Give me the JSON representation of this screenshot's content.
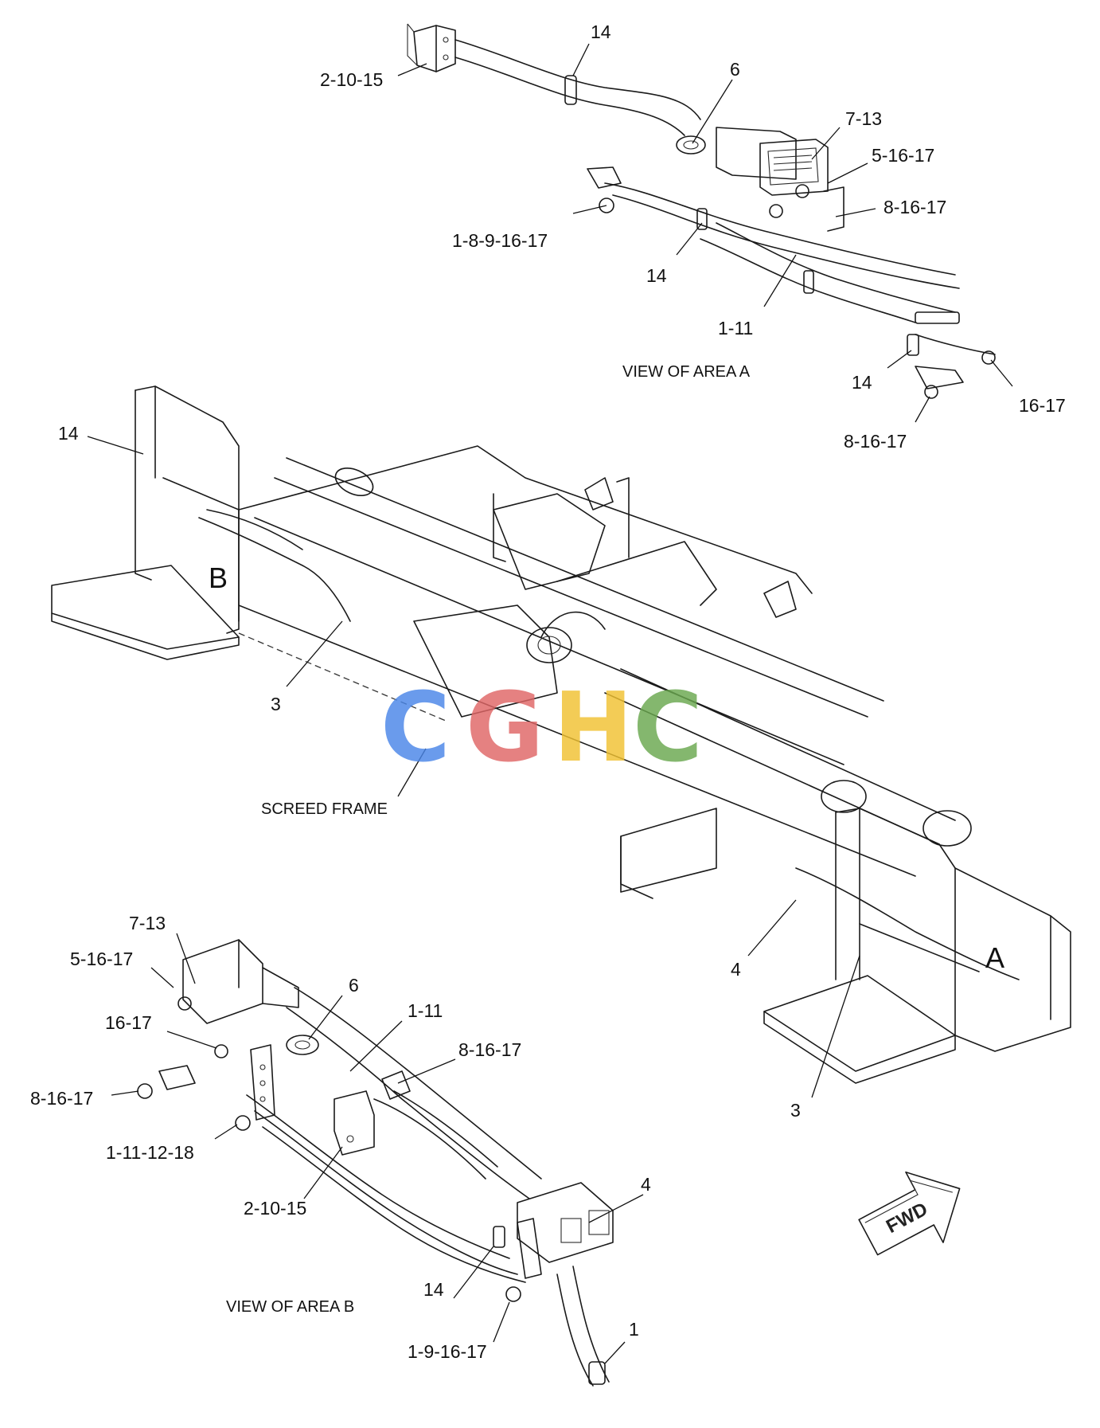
{
  "view_a": {
    "caption": "VIEW OF AREA A",
    "callouts": [
      "14",
      "2-10-15",
      "6",
      "7-13",
      "5-16-17",
      "8-16-17",
      "1-8-9-16-17",
      "14",
      "1-11",
      "14",
      "16-17",
      "8-16-17"
    ]
  },
  "main": {
    "callouts": [
      "14",
      "B",
      "3",
      "SCREED FRAME",
      "4",
      "A",
      "3"
    ]
  },
  "view_b": {
    "caption": "VIEW OF AREA B",
    "callouts": [
      "7-13",
      "5-16-17",
      "6",
      "1-11",
      "16-17",
      "8-16-17",
      "8-16-17",
      "1-11-12-18",
      "2-10-15",
      "4",
      "14",
      "1-9-16-17",
      "1"
    ]
  },
  "fwd_label": "FWD",
  "watermark": "CGHC",
  "watermark_colors": [
    "#4a86e8",
    "#e06666",
    "#f1c232",
    "#6aa84f"
  ]
}
